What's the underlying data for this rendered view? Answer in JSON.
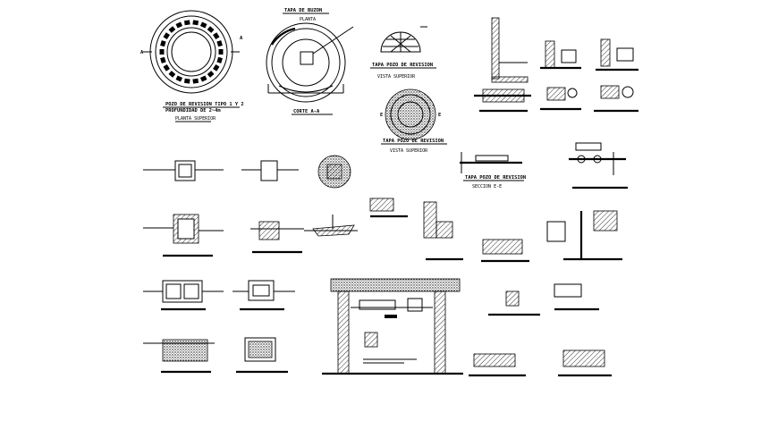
{
  "drawing": {
    "manhole_detail": {
      "title_line1": "POZO DE REVISION TIPO 1 Y 2",
      "title_line2": "PROFUNDIDAD DE 2~4m",
      "subtitle": "PLANTA SUPERIOR"
    },
    "cover_ring": {
      "title": "TAPA DE BUZON",
      "subtitle": "PLANTA",
      "bottom_label": "CORTE A-A"
    },
    "cover_half": {
      "title": "TAPA POZO DE REVISION",
      "subtitle": "VISTA SUPERIOR"
    },
    "cover_grate": {
      "title": "TAPA POZO DE REVISION",
      "subtitle": "VISTA SUPERIOR"
    },
    "pipe_detail": {
      "title": "TAPA POZO DE REVISION",
      "subtitle": "SECCION E-E"
    }
  }
}
